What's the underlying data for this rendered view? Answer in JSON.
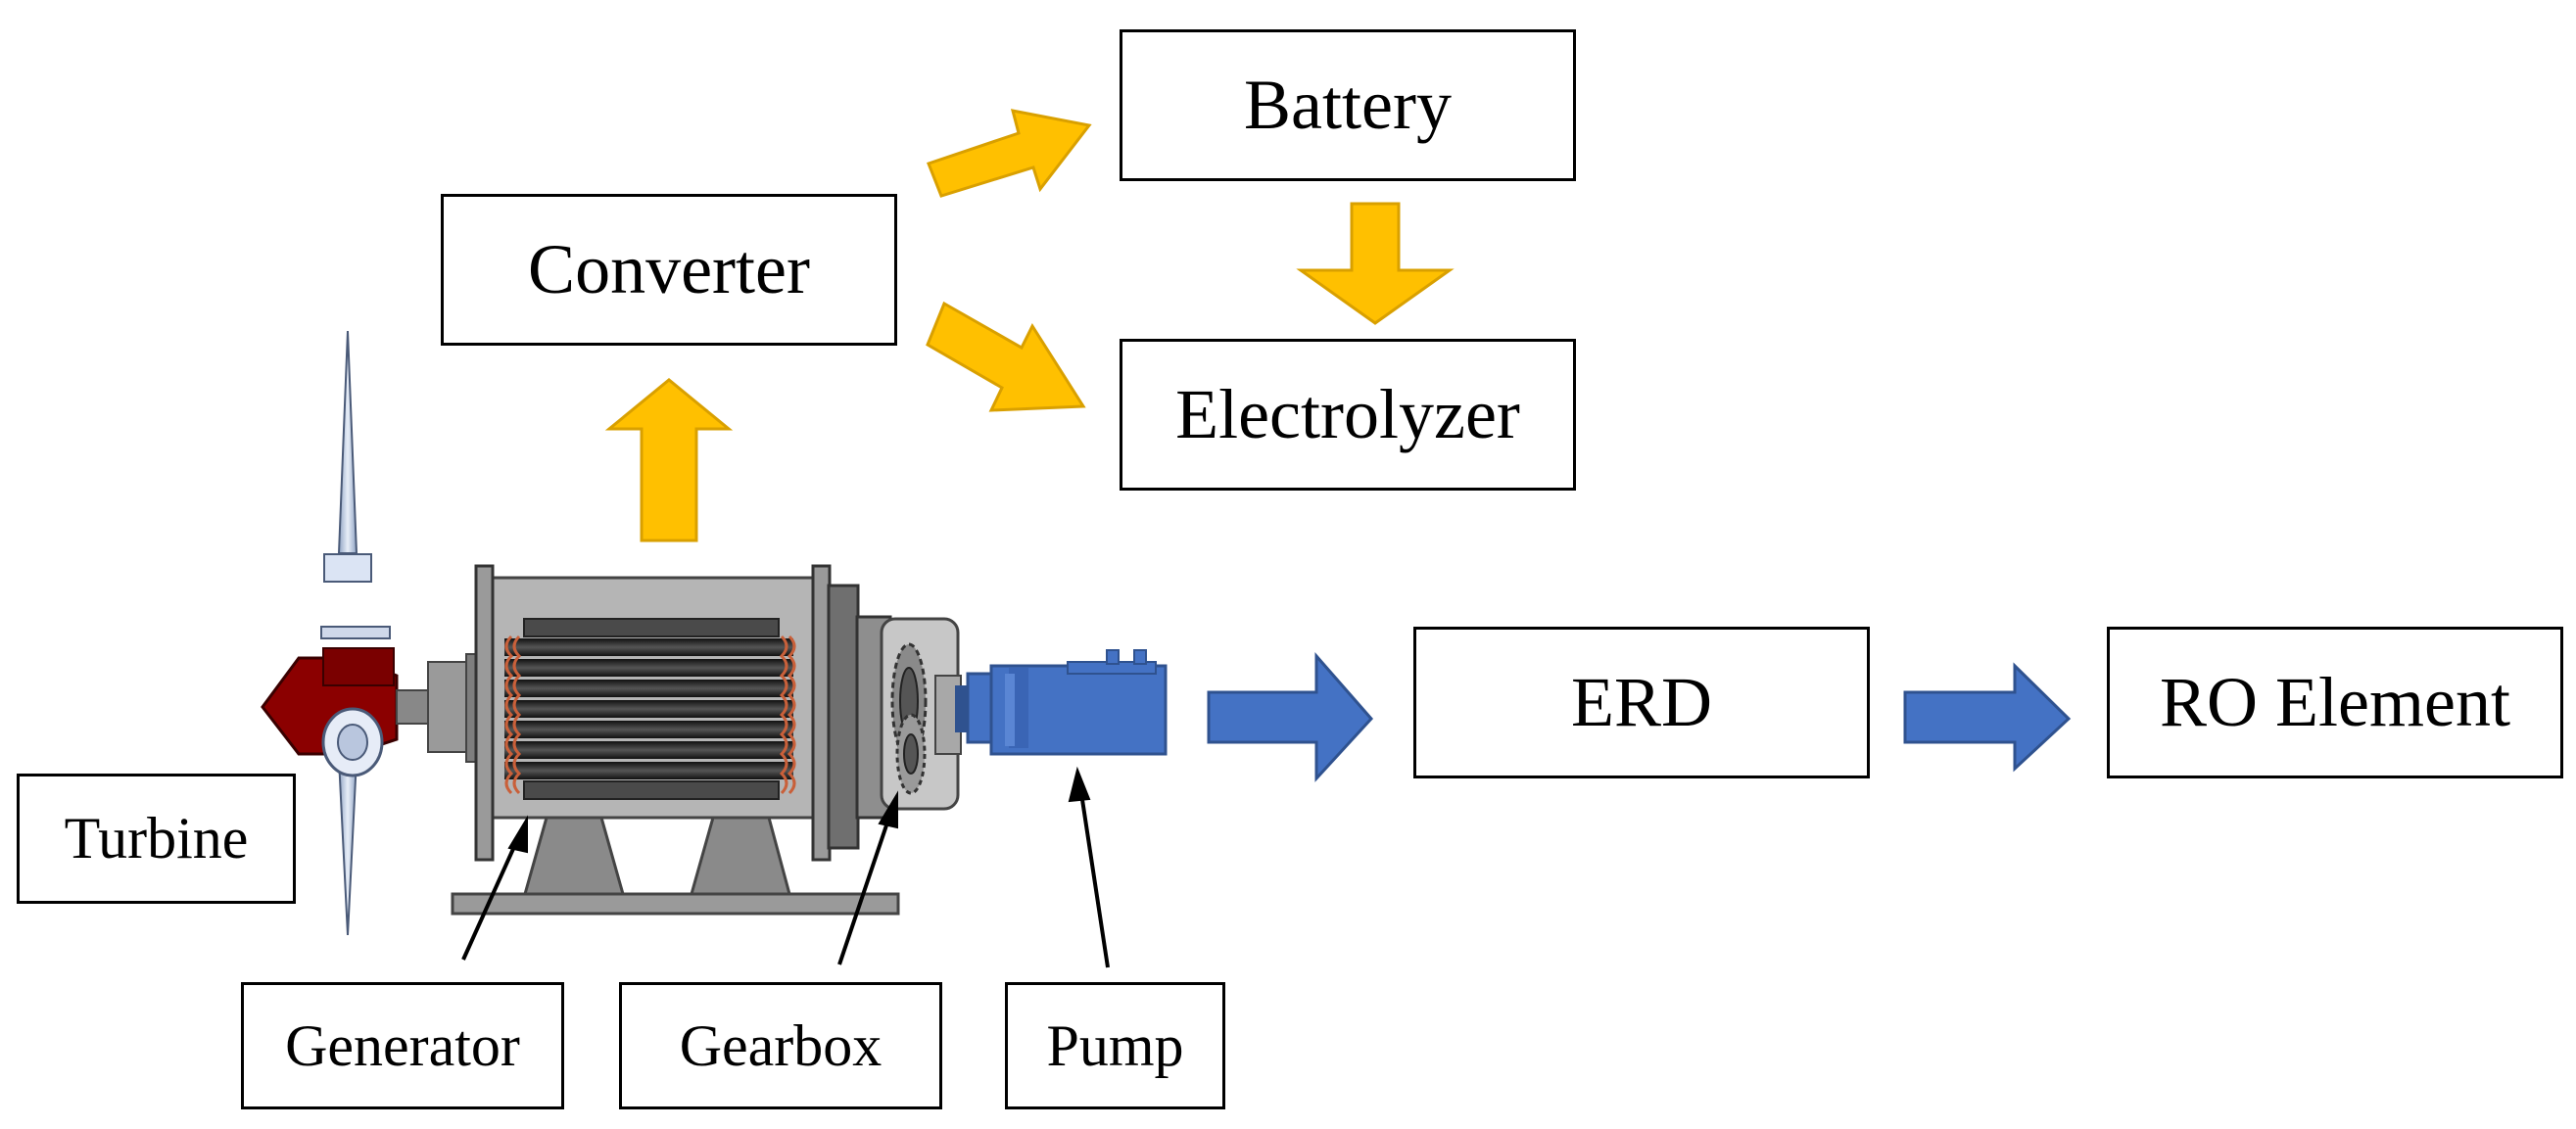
{
  "labels": {
    "battery": "Battery",
    "converter": "Converter",
    "electrolyzer": "Electrolyzer",
    "erd": "ERD",
    "ro_element": "RO Element",
    "turbine": "Turbine",
    "generator": "Generator",
    "gearbox": "Gearbox",
    "pump": "Pump"
  },
  "colors": {
    "electrical_arrow": "#FFC000",
    "water_arrow": "#4472C4",
    "turbine_hub": "#8B0000",
    "pump": "#4472C4",
    "machine_body": "#B5B5B5"
  }
}
